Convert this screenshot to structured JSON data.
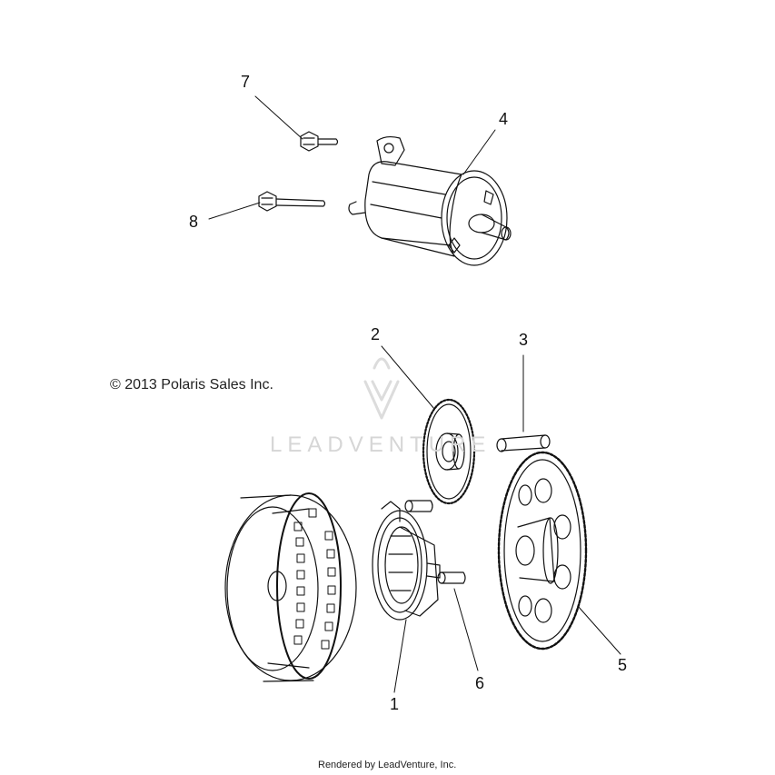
{
  "copyright": "© 2013 Polaris Sales Inc.",
  "watermark": "LEADVENTURE",
  "footer": "Rendered by LeadVenture, Inc.",
  "callouts": {
    "c1": "1",
    "c2": "2",
    "c3": "3",
    "c4": "4",
    "c5": "5",
    "c6": "6",
    "c7": "7",
    "c8": "8"
  }
}
